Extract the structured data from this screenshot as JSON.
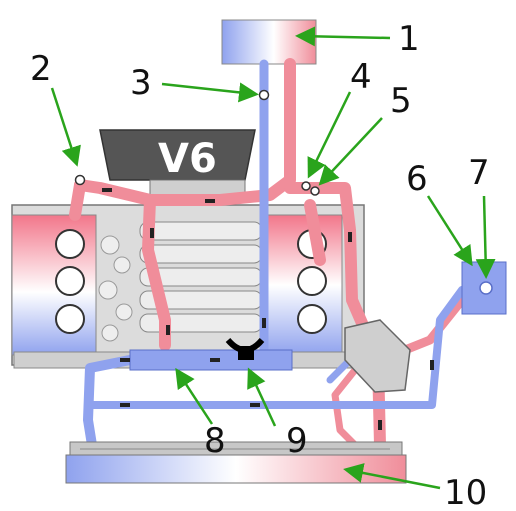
{
  "engine": {
    "badge": "V6"
  },
  "callouts": [
    {
      "id": "1",
      "label": "1"
    },
    {
      "id": "2",
      "label": "2"
    },
    {
      "id": "3",
      "label": "3"
    },
    {
      "id": "4",
      "label": "4"
    },
    {
      "id": "5",
      "label": "5"
    },
    {
      "id": "6",
      "label": "6"
    },
    {
      "id": "7",
      "label": "7"
    },
    {
      "id": "8",
      "label": "8"
    },
    {
      "id": "9",
      "label": "9"
    },
    {
      "id": "10",
      "label": "10"
    }
  ],
  "colors": {
    "hot": "#f08d9a",
    "hot_dark": "#d94a5e",
    "cold": "#8fa2ee",
    "cold_dark": "#4d64c8",
    "engine_grey": "#d8d8d8",
    "cover_grey": "#555555",
    "arrow_green": "#2aa41c"
  }
}
